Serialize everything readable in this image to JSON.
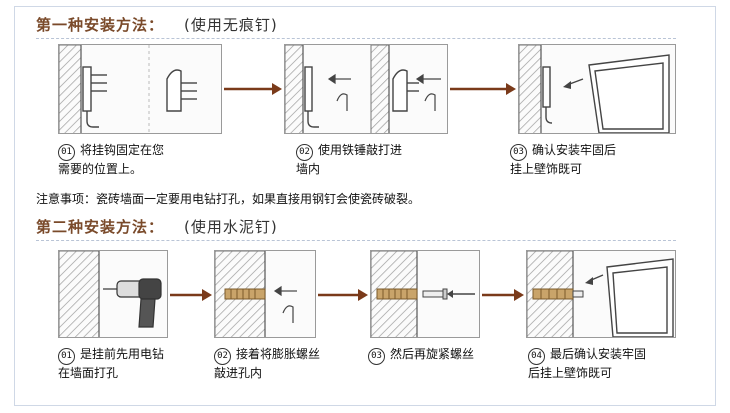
{
  "method1": {
    "title": "第一种安装方法：",
    "subtitle": "(使用无痕钉)",
    "steps": [
      {
        "num": "01",
        "line1": "将挂钩固定在您",
        "line2": "需要的位置上。"
      },
      {
        "num": "02",
        "line1": "使用铁锤敲打进",
        "line2": "墙内"
      },
      {
        "num": "03",
        "line1": "确认安装牢固后",
        "line2": "挂上壁饰既可"
      }
    ]
  },
  "note": "注意事项：瓷砖墙面一定要用电钻打孔，如果直接用钢钉会使瓷砖破裂。",
  "method2": {
    "title": "第二种安装方法：",
    "subtitle": "(使用水泥钉)",
    "steps": [
      {
        "num": "01",
        "line1": "是挂前先用电钻",
        "line2": "在墙面打孔"
      },
      {
        "num": "02",
        "line1": "接着将膨胀螺丝",
        "line2": "敲进孔内"
      },
      {
        "num": "03",
        "line1": "然后再旋紧螺丝",
        "line2": ""
      },
      {
        "num": "04",
        "line1": "最后确认安装牢固",
        "line2": "后挂上壁饰既可"
      }
    ]
  },
  "colors": {
    "arrow": "#7a3a1a",
    "title": "#7a4a2a",
    "border": "#cfd8e6",
    "plug": "#c9a46a"
  }
}
